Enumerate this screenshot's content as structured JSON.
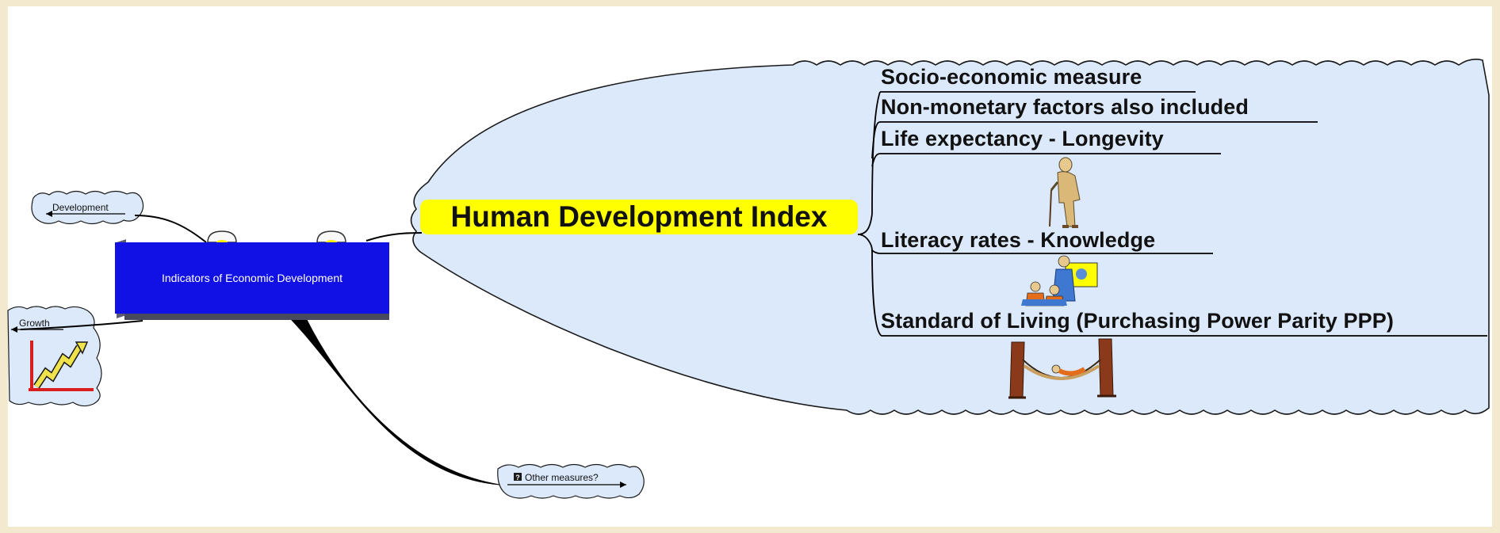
{
  "central_topic": {
    "label": "Indicators of Economic Development"
  },
  "left_topics": [
    {
      "label": "Development"
    },
    {
      "label": "Growth"
    }
  ],
  "bottom_topic": {
    "label": "Other measures?",
    "icon": "question-icon"
  },
  "hdi": {
    "title": "Human Development Index",
    "branches": [
      {
        "label": "Socio-economic measure"
      },
      {
        "label": "Non-monetary factors also included"
      },
      {
        "label": "Life expectancy - Longevity",
        "icon": "elderly-person-icon"
      },
      {
        "label": "Literacy rates - Knowledge",
        "icon": "teacher-students-icon"
      },
      {
        "label": "Standard of Living (Purchasing Power Parity PPP)",
        "icon": "hammock-icon"
      }
    ]
  },
  "colors": {
    "frame": "#f3e9cf",
    "cloud_fill": "#dbe9fb",
    "central_fill": "#1111e6",
    "title_highlight": "#ffff00",
    "connector": "#000000"
  }
}
